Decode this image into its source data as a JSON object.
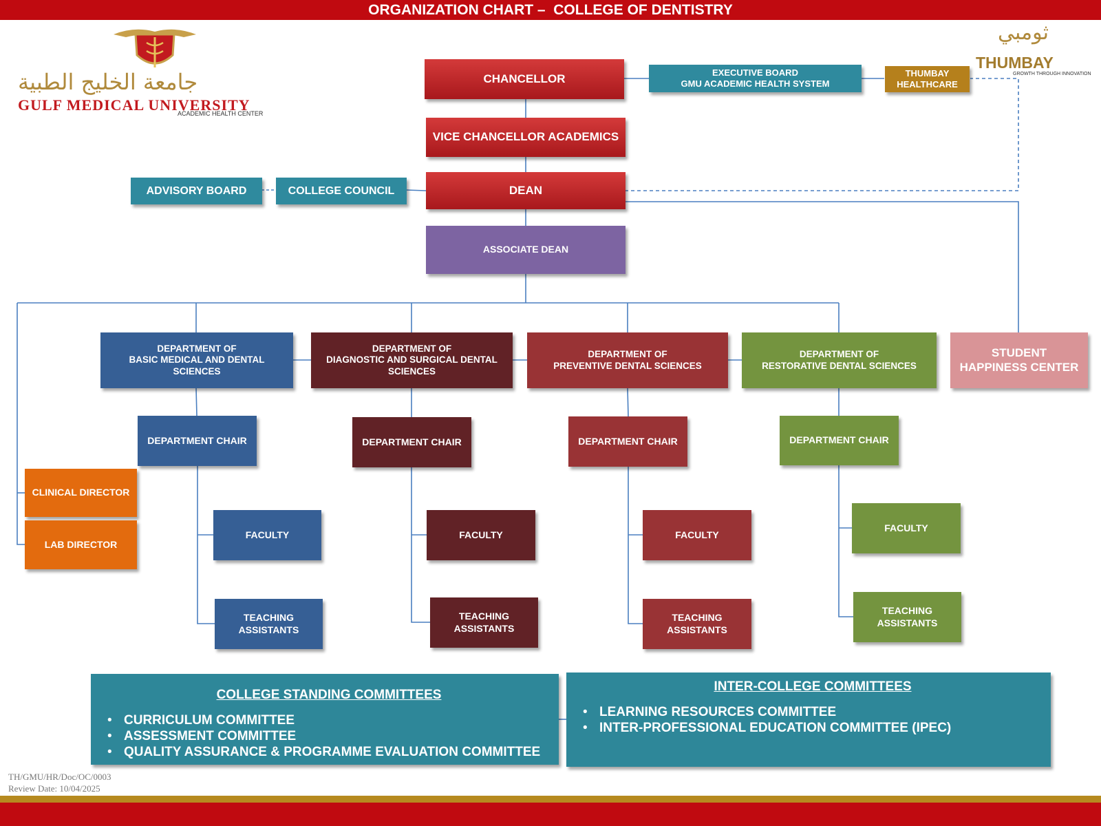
{
  "title": "ORGANIZATION CHART –  COLLEGE OF DENTISTRY",
  "logos": {
    "gmu_arabic": "جامعة الخليج الطبية",
    "gmu_name": "GULF MEDICAL UNIVERSITY",
    "gmu_sub": "ACADEMIC HEALTH CENTER",
    "thumbay_arabic": "ثومبي",
    "thumbay_name": "THUMBAY",
    "thumbay_tagline": "GROWTH THROUGH INNOVATION"
  },
  "nodes": {
    "chancellor": "CHANCELLOR",
    "executive_board": "EXECUTIVE BOARD\nGMU ACADEMIC HEALTH SYSTEM",
    "thumbay_healthcare": "THUMBAY\nHEALTHCARE",
    "vice_chancellor": "VICE CHANCELLOR ACADEMICS",
    "advisory_board": "ADVISORY BOARD",
    "college_council": "COLLEGE COUNCIL",
    "dean": "DEAN",
    "associate_dean": "ASSOCIATE DEAN",
    "dept_basic": "DEPARTMENT OF\nBASIC MEDICAL AND DENTAL\nSCIENCES",
    "dept_diagnostic": "DEPARTMENT OF\nDIAGNOSTIC AND SURGICAL DENTAL\nSCIENCES",
    "dept_preventive": "DEPARTMENT OF\nPREVENTIVE DENTAL SCIENCES",
    "dept_restorative": "DEPARTMENT OF\nRESTORATIVE DENTAL SCIENCES",
    "student_happiness": "STUDENT\nHAPPINESS CENTER",
    "dept_chair": "DEPARTMENT CHAIR",
    "faculty": "FACULTY",
    "teaching_assistants": "TEACHING\nASSISTANTS",
    "clinical_director": "CLINICAL DIRECTOR",
    "lab_director": "LAB DIRECTOR"
  },
  "committees": {
    "standing": {
      "heading": "COLLEGE STANDING COMMITTEES",
      "items": [
        "CURRICULUM COMMITTEE",
        "ASSESSMENT  COMMITTEE",
        "QUALITY ASSURANCE  & PROGRAMME EVALUATION COMMITTEE"
      ]
    },
    "inter": {
      "heading": "INTER-COLLEGE COMMITTEES",
      "items": [
        "LEARNING RESOURCES COMMITTEE",
        "INTER-PROFESSIONAL EDUCATION COMMITTEE (IPEC)"
      ]
    }
  },
  "footer": {
    "doc_ref": "TH/GMU/HR/Doc/OC/0003",
    "review_date": "Review Date: 10/04/2025"
  },
  "colors": {
    "title_bar": "#c00a10",
    "connector": "#4a7fc0",
    "teal": "#2f8a9e",
    "blue_department": "#365f95",
    "maroon_department": "#612226",
    "crimson_department": "#993335",
    "green_department": "#74943f",
    "orange": "#e36b0e",
    "purple": "#7d64a2",
    "pink": "#d99497",
    "gold": "#b5801c"
  }
}
